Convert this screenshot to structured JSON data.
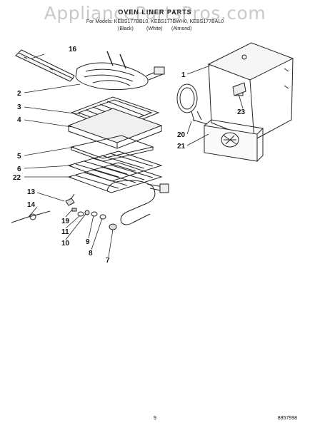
{
  "watermark": "AppliancePartsPros.com",
  "header": {
    "title": "OVEN LINER PARTS",
    "subtitle": "For Models: KEBS177BBL0, KEBS177BWH0, KEBS177BAL0",
    "variants": [
      "(Black)",
      "(White)",
      "(Almond)"
    ]
  },
  "callouts": [
    "16",
    "2",
    "3",
    "4",
    "5",
    "6",
    "22",
    "13",
    "14",
    "19",
    "11",
    "10",
    "9",
    "8",
    "7",
    "1",
    "23",
    "20",
    "21"
  ],
  "footer": {
    "page_number": "9",
    "doc_code": "8857998"
  }
}
